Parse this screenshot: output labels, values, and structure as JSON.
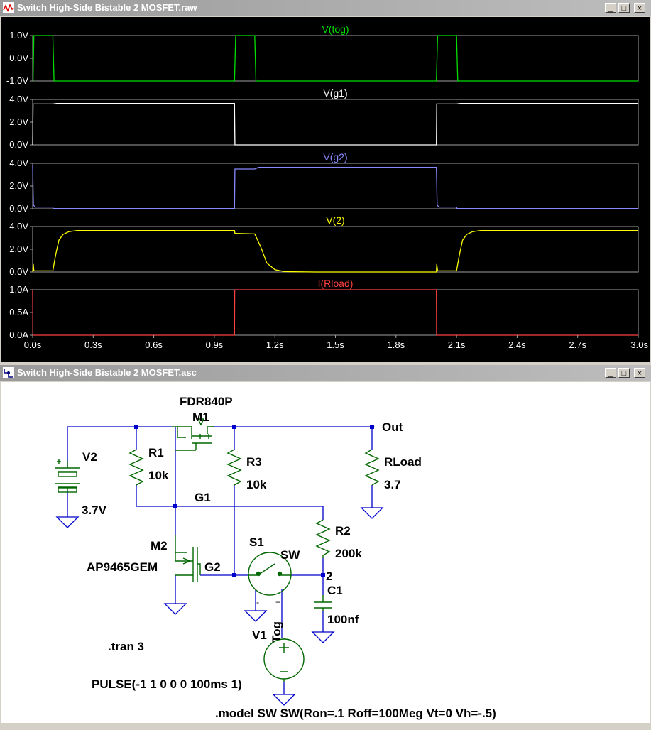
{
  "waveform_window": {
    "title": "Switch High-Side Bistable 2 MOSFET.raw",
    "buttons": {
      "minimize": "_",
      "maximize": "□",
      "close": "×"
    },
    "chart_data": {
      "type": "line",
      "x_axis": {
        "ticks": [
          "0.0s",
          "0.3s",
          "0.6s",
          "0.9s",
          "1.2s",
          "1.5s",
          "1.8s",
          "2.1s",
          "2.4s",
          "2.7s",
          "3.0s"
        ],
        "range": [
          0,
          3.0
        ]
      },
      "panes": [
        {
          "name": "V(tog)",
          "color": "#00e000",
          "yticks": [
            "1.0V",
            "0.0V",
            "-1.0V"
          ],
          "ylim": [
            -1,
            1
          ],
          "x": [
            0,
            0.002,
            0.006,
            0.1,
            0.106,
            1.0,
            1.006,
            1.1,
            1.106,
            2.0,
            2.006,
            2.1,
            2.106,
            3.0
          ],
          "y": [
            -1,
            -1,
            1,
            1,
            -1,
            -1,
            1,
            1,
            -1,
            -1,
            1,
            1,
            -1,
            -1
          ]
        },
        {
          "name": "V(g1)",
          "color": "#ffffff",
          "yticks": [
            "4.0V",
            "2.0V",
            "0.0V"
          ],
          "ylim": [
            0,
            4
          ],
          "x": [
            0,
            0.002,
            0.1,
            0.12,
            1.0,
            1.002,
            2.0,
            2.002,
            2.1,
            2.12,
            3.0
          ],
          "y": [
            0,
            3.6,
            3.6,
            3.65,
            3.65,
            0,
            0,
            3.6,
            3.6,
            3.65,
            3.65
          ]
        },
        {
          "name": "V(g2)",
          "color": "#8888ff",
          "yticks": [
            "4.0V",
            "2.0V",
            "0.0V"
          ],
          "ylim": [
            0,
            4
          ],
          "x": [
            0,
            0.004,
            0.015,
            0.1,
            0.102,
            1.0,
            1.002,
            1.1,
            1.12,
            2.0,
            2.004,
            2.015,
            2.1,
            2.102,
            3.0
          ],
          "y": [
            3.8,
            0.3,
            0.15,
            0.15,
            0.02,
            0.02,
            3.5,
            3.5,
            3.65,
            3.65,
            0.3,
            0.15,
            0.15,
            0.02,
            0.02
          ]
        },
        {
          "name": "V(2)",
          "color": "#ffff00",
          "yticks": [
            "4.0V",
            "2.0V",
            "0.0V"
          ],
          "ylim": [
            0,
            4
          ],
          "x": [
            0,
            0.003,
            0.006,
            0.1,
            0.115,
            0.13,
            0.15,
            0.18,
            0.22,
            0.3,
            1.0,
            1.002,
            1.1,
            1.13,
            1.16,
            1.2,
            1.25,
            1.4,
            2.0,
            2.002,
            2.006,
            2.1,
            2.115,
            2.13,
            2.15,
            2.18,
            2.22,
            2.3,
            3.0
          ],
          "y": [
            0.02,
            0.7,
            0.1,
            0.1,
            1.6,
            2.8,
            3.3,
            3.55,
            3.65,
            3.65,
            3.65,
            3.4,
            3.35,
            2.2,
            0.8,
            0.2,
            0.03,
            0.0,
            0.0,
            0.7,
            0.1,
            0.1,
            1.6,
            2.8,
            3.3,
            3.55,
            3.65,
            3.65,
            3.65
          ]
        },
        {
          "name": "I(Rload)",
          "color": "#ff4040",
          "yticks": [
            "1.0A",
            "0.5A",
            "0.0A"
          ],
          "ylim": [
            0,
            1
          ],
          "x": [
            0,
            0.001,
            1.0,
            1.001,
            2.0,
            2.001,
            3.0
          ],
          "y": [
            1.0,
            0.0,
            0.0,
            1.0,
            1.0,
            0.0,
            0.0
          ]
        }
      ]
    }
  },
  "schematic_window": {
    "title": "Switch High-Side Bistable 2 MOSFET.asc",
    "buttons": {
      "minimize": "_",
      "maximize": "□",
      "close": "×"
    },
    "labels": {
      "m1_model": "FDR840P",
      "m1_name": "M1",
      "out_net": "Out",
      "v2_name": "V2",
      "v2_value": "3.7V",
      "r1_name": "R1",
      "r1_value": "10k",
      "r3_name": "R3",
      "r3_value": "10k",
      "rload_name": "RLoad",
      "rload_value": "3.7",
      "g1_net": "G1",
      "r2_name": "R2",
      "r2_value": "200k",
      "m2_name": "M2",
      "m2_model": "AP9465GEM",
      "g2_net": "G2",
      "s1_name": "S1",
      "s1_model": "SW",
      "net_2": "2",
      "c1_name": "C1",
      "c1_value": "100nf",
      "v1_name": "V1",
      "tog_net": "Tog",
      "tran_cmd": ".tran 3",
      "pulse_cmd": "PULSE(-1 1 0 0 0 100ms 1)",
      "model_cmd": ".model SW SW(Ron=.1 Roff=100Meg Vt=0 Vh=-.5)",
      "plus": "+",
      "minus": "-"
    }
  }
}
